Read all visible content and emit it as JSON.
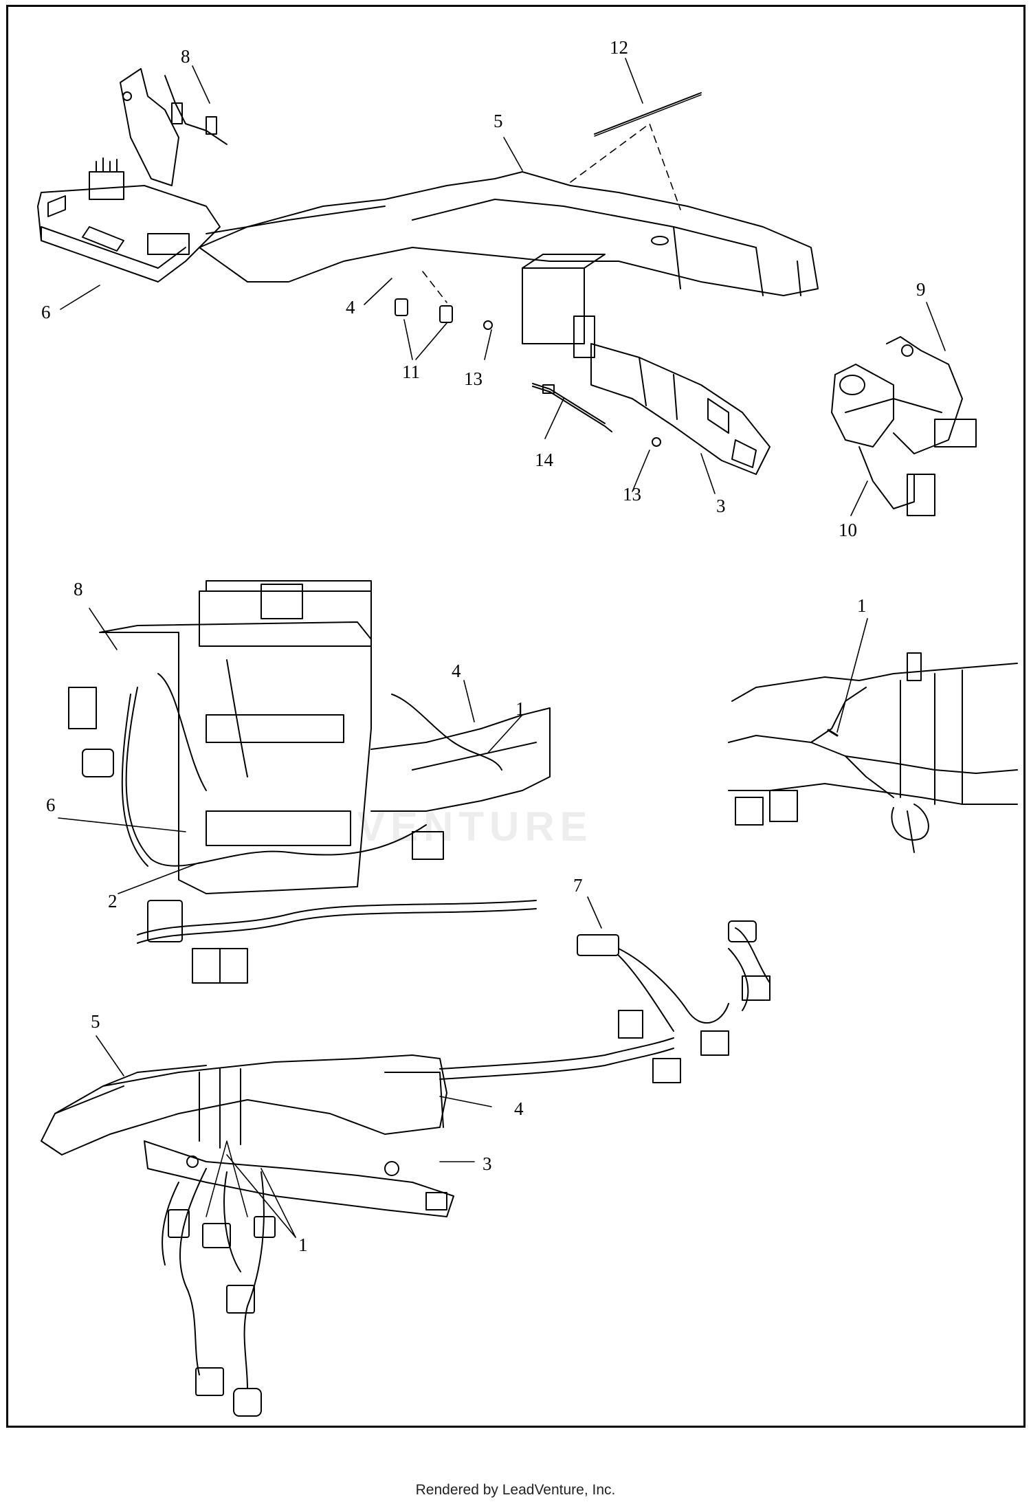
{
  "diagram": {
    "callouts": {
      "top_8": "8",
      "top_12": "12",
      "top_5": "5",
      "top_6": "6",
      "top_4": "4",
      "top_11": "11",
      "top_13a": "13",
      "top_13b": "13",
      "top_14": "14",
      "top_3": "3",
      "top_9": "9",
      "top_10": "10",
      "mid_8": "8",
      "mid_4": "4",
      "mid_1a": "1",
      "mid_6": "6",
      "mid_2": "2",
      "right_1": "1",
      "mid_7": "7",
      "bot_5": "5",
      "bot_4": "4",
      "bot_3": "3",
      "bot_1": "1"
    }
  },
  "watermark": {
    "text": "VENTURE"
  },
  "footer": {
    "text": "Rendered by LeadVenture, Inc."
  }
}
